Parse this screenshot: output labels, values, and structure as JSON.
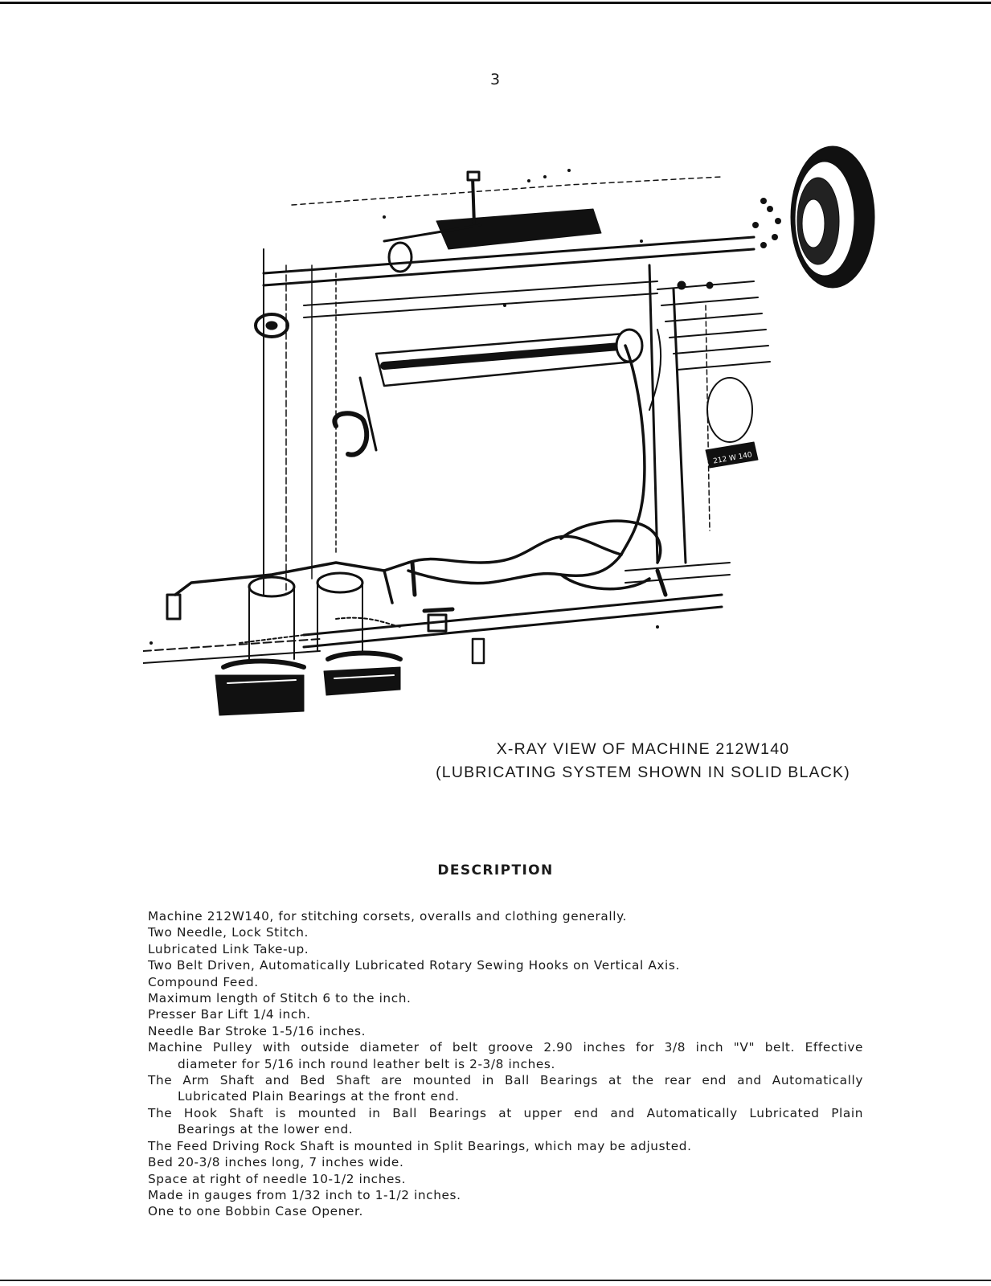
{
  "page": {
    "number": "3"
  },
  "figure": {
    "caption_line1": "X-RAY VIEW OF MACHINE 212W140",
    "caption_line2": "(LUBRICATING SYSTEM SHOWN IN SOLID BLACK)",
    "nameplate_text": "212 W 140",
    "ink_color": "#111111"
  },
  "section": {
    "title": "DESCRIPTION"
  },
  "description": [
    {
      "text": "Machine 212W140, for stitching corsets, overalls and clothing generally.",
      "wrap": false
    },
    {
      "text": "Two Needle, Lock Stitch.",
      "wrap": false
    },
    {
      "text": "Lubricated Link Take-up.",
      "wrap": false
    },
    {
      "text": "Two Belt Driven, Automatically Lubricated Rotary Sewing Hooks on Vertical Axis.",
      "wrap": false
    },
    {
      "text": "Compound Feed.",
      "wrap": false
    },
    {
      "text": "Maximum length of Stitch 6 to the inch.",
      "wrap": false
    },
    {
      "text": "Presser Bar Lift 1/4 inch.",
      "wrap": false
    },
    {
      "text": "Needle Bar Stroke 1-5/16 inches.",
      "wrap": false
    },
    {
      "text": "Machine Pulley with outside diameter of belt groove 2.90 inches for 3/8 inch \"V\" belt. Effective",
      "wrap": true
    },
    {
      "text": "diameter for 5/16 inch round leather belt is 2-3/8 inches.",
      "wrap": false,
      "indent": true
    },
    {
      "text": "The Arm Shaft and Bed Shaft are mounted in Ball Bearings at the rear end and Automatically",
      "wrap": true
    },
    {
      "text": "Lubricated Plain Bearings at the front end.",
      "wrap": false,
      "indent": true
    },
    {
      "text": "The Hook Shaft is mounted in Ball Bearings at upper end and Automatically Lubricated Plain",
      "wrap": true
    },
    {
      "text": "Bearings at the lower end.",
      "wrap": false,
      "indent": true
    },
    {
      "text": "The Feed Driving Rock Shaft is mounted in Split Bearings, which may be adjusted.",
      "wrap": false
    },
    {
      "text": "Bed 20-3/8 inches long, 7 inches wide.",
      "wrap": false
    },
    {
      "text": "Space at right of needle 10-1/2 inches.",
      "wrap": false
    },
    {
      "text": "Made in gauges from 1/32 inch to 1-1/2 inches.",
      "wrap": false
    },
    {
      "text": "One to one Bobbin Case Opener.",
      "wrap": false
    }
  ]
}
